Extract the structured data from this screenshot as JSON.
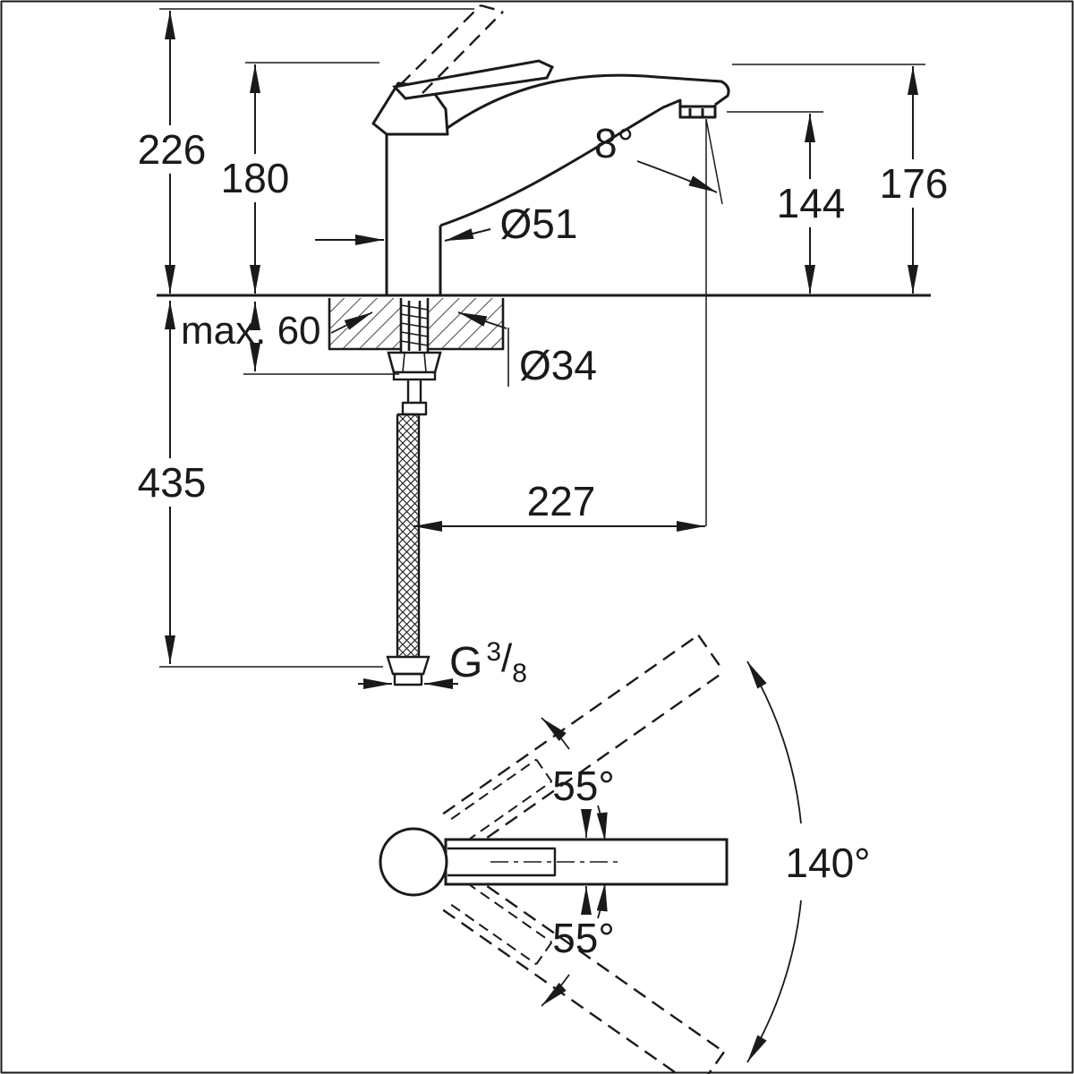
{
  "side_view": {
    "total_height": "226",
    "body_height": "180",
    "spout_top_height": "176",
    "outlet_height": "144",
    "outlet_angle": "8°",
    "body_diameter": "Ø51",
    "max_deck_thickness": "max. 60",
    "hole_diameter": "Ø34",
    "hose_length": "435",
    "spout_reach": "227",
    "thread_letter": "G",
    "thread_numerator": "3",
    "thread_slash": "/",
    "thread_denominator": "8"
  },
  "top_view": {
    "swivel_upper_angle": "55°",
    "swivel_lower_angle": "55°",
    "swivel_total_angle": "140°"
  }
}
